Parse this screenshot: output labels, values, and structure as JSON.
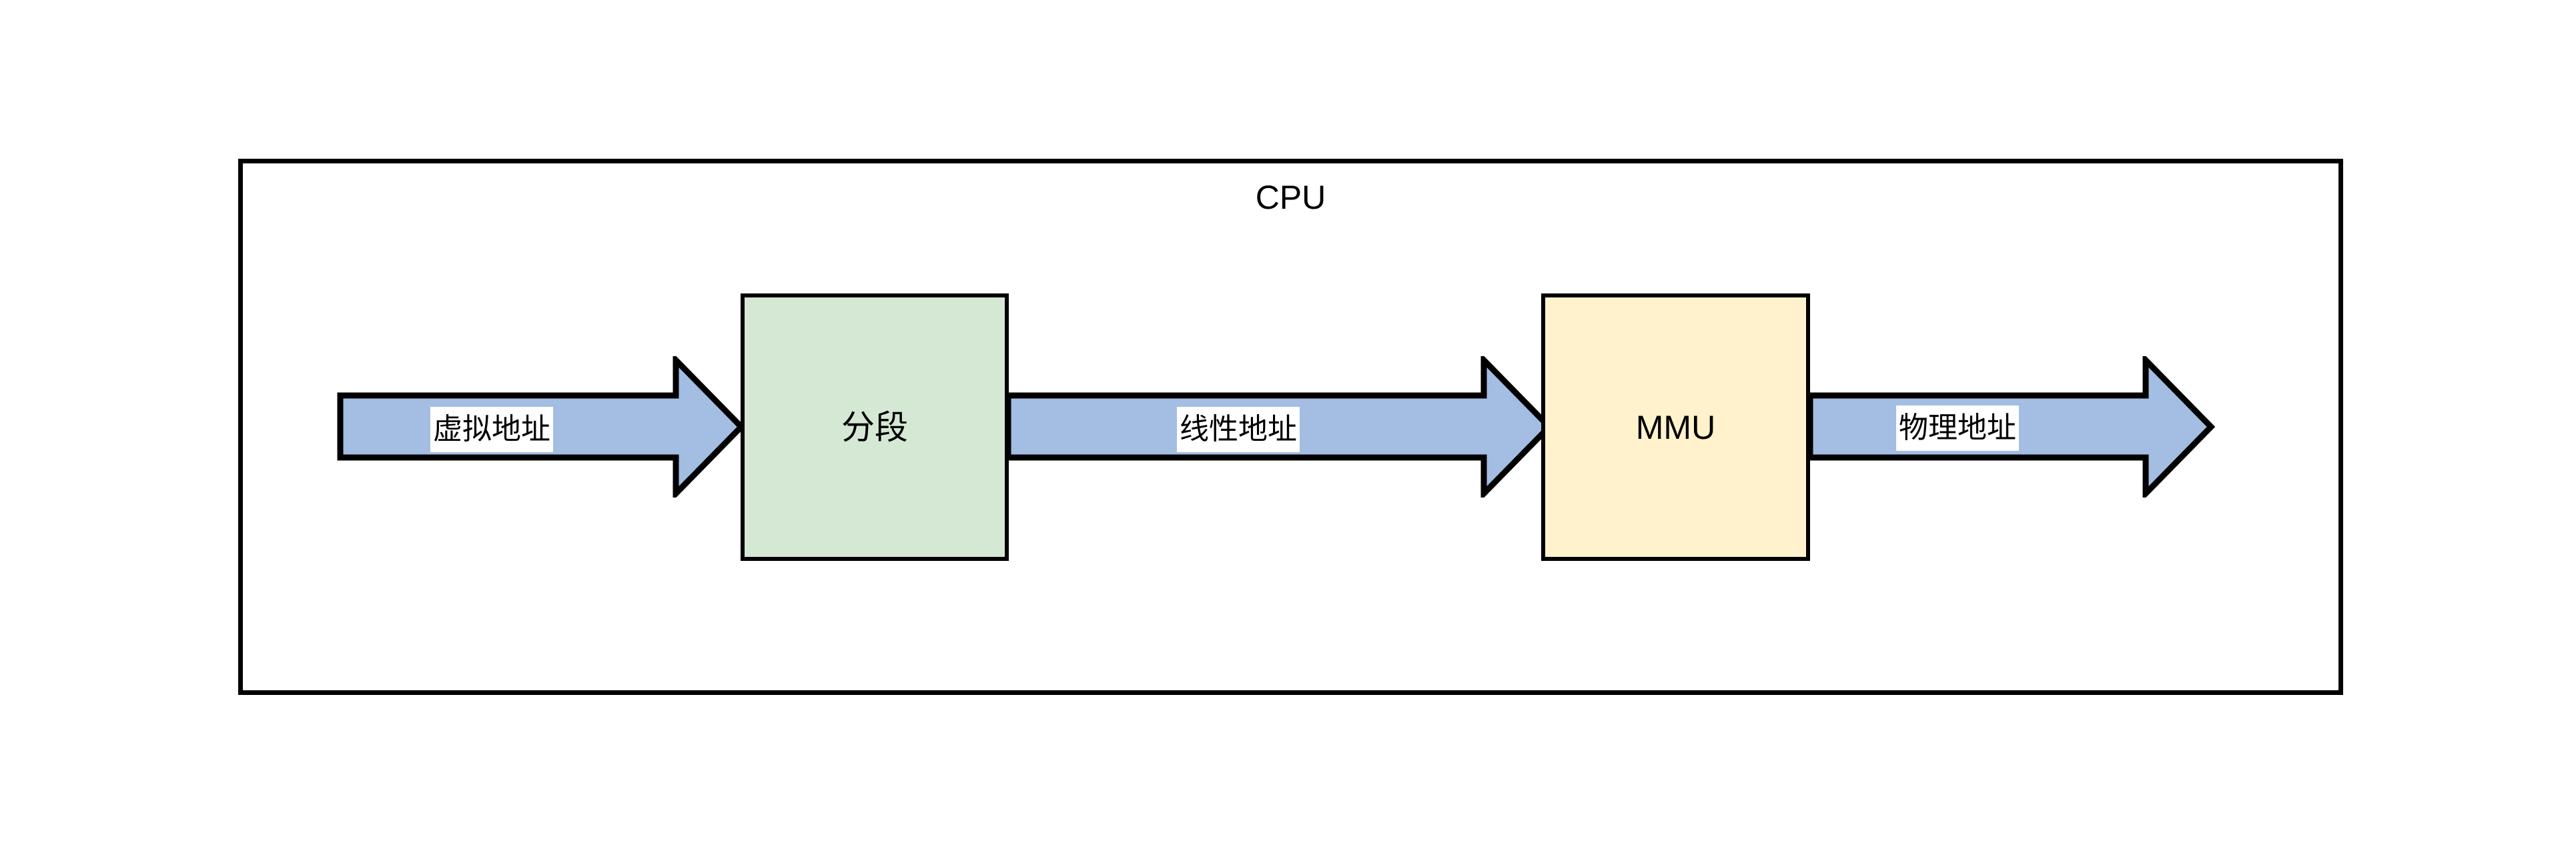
{
  "diagram": {
    "title": "CPU",
    "container": {
      "label": "CPU"
    },
    "blocks": [
      {
        "id": "segmentation",
        "label": "分段",
        "fill": "#d5e8d4",
        "stroke": "#000000"
      },
      {
        "id": "mmu",
        "label": "MMU",
        "fill": "#fff2cc",
        "stroke": "#000000"
      }
    ],
    "arrows": [
      {
        "id": "virtual-address",
        "label": "虚拟地址",
        "fill": "#a3bde3",
        "stroke": "#000000",
        "direction": "right"
      },
      {
        "id": "linear-address",
        "label": "线性地址",
        "fill": "#a3bde3",
        "stroke": "#000000",
        "direction": "right"
      },
      {
        "id": "physical-address",
        "label": "物理地址",
        "fill": "#a3bde3",
        "stroke": "#000000",
        "direction": "right"
      }
    ],
    "colors": {
      "arrow_fill": "#a3bde3",
      "segment_fill": "#d5e8d4",
      "mmu_fill": "#fff2cc",
      "stroke": "#000000",
      "background": "#ffffff",
      "label_background": "#ffffff"
    },
    "flow_description": "虚拟地址 → 分段 → 线性地址 → MMU → 物理地址"
  }
}
